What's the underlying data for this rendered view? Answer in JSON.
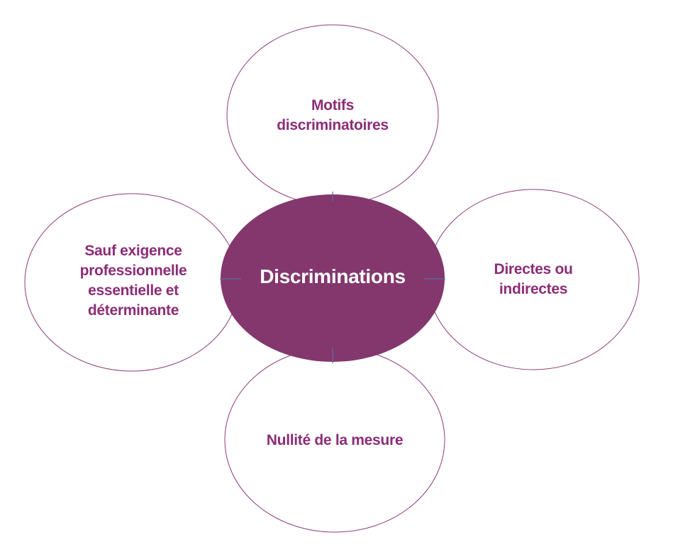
{
  "diagram": {
    "center": "Discriminations",
    "top": "Motifs discriminatoires",
    "right": "Directes ou indirectes",
    "bottom": "Nullité de la mesure",
    "left": "Sauf exigence professionnelle essentielle et déterminante"
  },
  "colors": {
    "center_fill": "#83376d",
    "label_text": "#8b2d77",
    "petal_stroke": "#8e3c78"
  }
}
